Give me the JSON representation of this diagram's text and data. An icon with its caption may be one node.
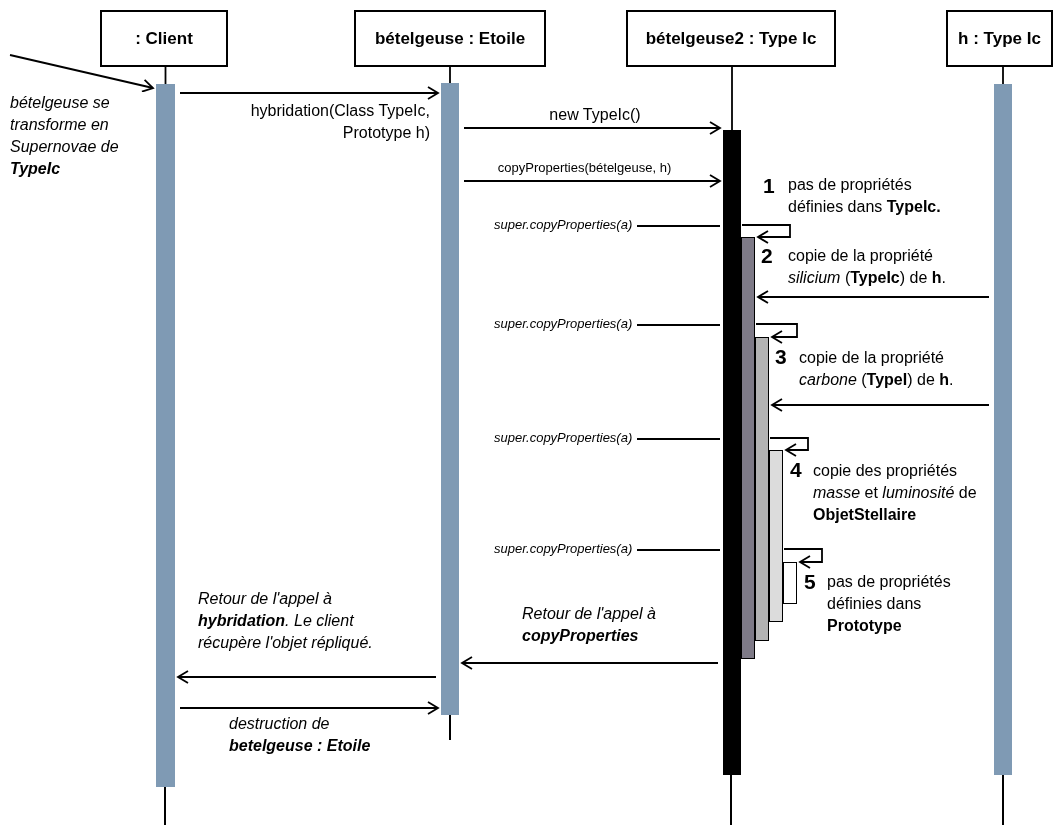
{
  "diagram": {
    "nodes": [
      {
        "text": [
          ": Client"
        ]
      },
      {
        "text": [
          "bételgeuse : Etoile"
        ]
      },
      {
        "text": [
          "bételgeuse2 : Type Ic"
        ]
      },
      {
        "text": [
          "h : Type Ic"
        ]
      },
      {
        "text": [],
        "shape": "bar"
      },
      {
        "text": [],
        "shape": "bar"
      },
      {
        "text": [],
        "shape": "bar"
      },
      {
        "text": [],
        "shape": "bar"
      },
      {
        "text": [],
        "shape": "bar"
      },
      {
        "text": [],
        "shape": "bar"
      },
      {
        "text": [],
        "shape": "bar"
      },
      {
        "text": [],
        "shape": "bar"
      },
      {
        "text": [
          "super.copyProperties(a)"
        ]
      },
      {
        "text": [
          "super.copyProperties(a)"
        ]
      },
      {
        "text": [
          "super.copyProperties(a)"
        ]
      },
      {
        "text": [
          "super.copyProperties(a)"
        ]
      }
    ],
    "edges": [
      {
        "from": 0,
        "to": 4,
        "arrow": "none"
      },
      {
        "from": 1,
        "to": 5,
        "arrow": "none"
      },
      {
        "from": 2,
        "to": 6,
        "arrow": "none"
      },
      {
        "from": 3,
        "to": 11,
        "arrow": "none"
      },
      {
        "from": null,
        "to": 4,
        "arrow": "to",
        "label": "bételgeuse se transforme en Supernovae de **TypeIc**"
      },
      {
        "from": 4,
        "to": 5,
        "arrow": "to",
        "label": "hybridation(Class TypeIc, Prototype h)"
      },
      {
        "from": 5,
        "to": 6,
        "arrow": "to",
        "label": "new TypeIc()"
      },
      {
        "from": 5,
        "to": 6,
        "arrow": "to",
        "label": "copyProperties(bételgeuse, h)"
      },
      {
        "from": 12,
        "to": 6,
        "arrow": "none"
      },
      {
        "from": 6,
        "to": 7,
        "arrow": "to"
      },
      {
        "from": 11,
        "to": 7,
        "arrow": "to"
      },
      {
        "from": 13,
        "to": 6,
        "arrow": "none"
      },
      {
        "from": 7,
        "to": 8,
        "arrow": "to"
      },
      {
        "from": 11,
        "to": 8,
        "arrow": "to"
      },
      {
        "from": 14,
        "to": 6,
        "arrow": "none"
      },
      {
        "from": 8,
        "to": 9,
        "arrow": "to"
      },
      {
        "from": 15,
        "to": 6,
        "arrow": "none"
      },
      {
        "from": 9,
        "to": 10,
        "arrow": "to"
      },
      {
        "from": 6,
        "to": 5,
        "arrow": "to",
        "label": "Retour de l'appel à **copyProperties**"
      },
      {
        "from": 5,
        "to": 4,
        "arrow": "to",
        "label": "Retour de l'appel à **hybridation**. Le client récupère l'objet répliqué."
      },
      {
        "from": 4,
        "to": 5,
        "arrow": "to",
        "label": "destruction de **betelgeuse : Etoile**"
      }
    ],
    "labels": [
      "1",
      "pas de propriétés définies dans **TypeIc.**",
      "2",
      "copie de la propriété *silicium* (**TypeIc**) de **h**.",
      "3",
      "copie de la propriété *carbone* (**TypeI**) de **h**.",
      "4",
      "copie des propriétés *masse* et *luminosité* de **ObjetStellaire**",
      "5",
      "pas de propriétés définies dans **Prototype**"
    ]
  }
}
